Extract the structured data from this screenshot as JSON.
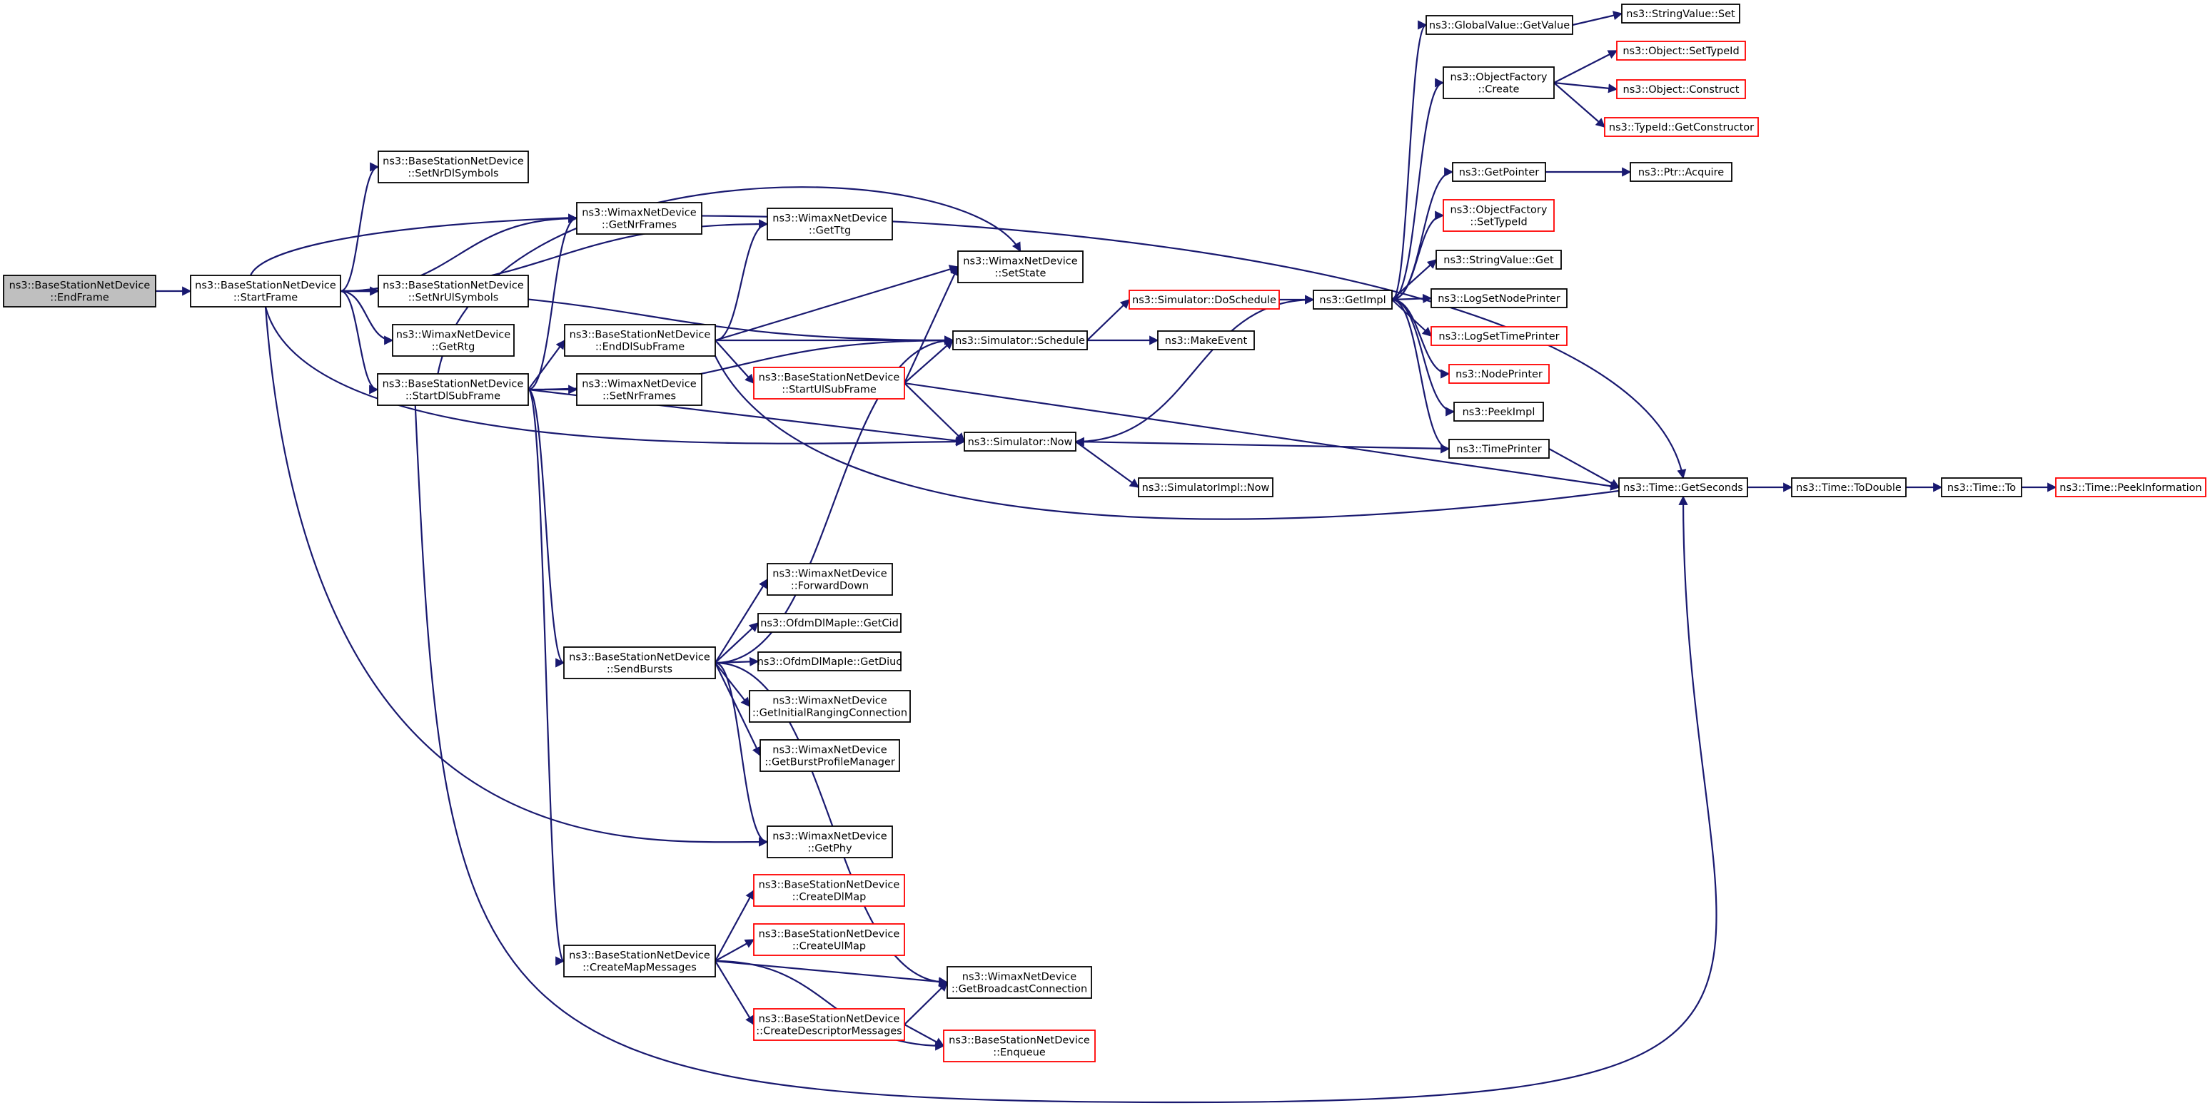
{
  "colors": {
    "edge": "#191970",
    "node_border": "#000000",
    "node_border_incomplete": "#ff0000",
    "node_fill": "#ffffff",
    "root_fill": "#bfbfbf"
  },
  "nodes": [
    {
      "id": "endframe",
      "lines": [
        "ns3::BaseStationNetDevice",
        "::EndFrame"
      ],
      "style": "root"
    },
    {
      "id": "startframe",
      "lines": [
        "ns3::BaseStationNetDevice",
        "::StartFrame"
      ],
      "style": "normal"
    },
    {
      "id": "setnrdlsymbols",
      "lines": [
        "ns3::BaseStationNetDevice",
        "::SetNrDlSymbols"
      ],
      "style": "normal"
    },
    {
      "id": "getnrframes",
      "lines": [
        "ns3::WimaxNetDevice",
        "::GetNrFrames"
      ],
      "style": "normal"
    },
    {
      "id": "setnrulsymbols",
      "lines": [
        "ns3::BaseStationNetDevice",
        "::SetNrUlSymbols"
      ],
      "style": "normal"
    },
    {
      "id": "getrtg",
      "lines": [
        "ns3::WimaxNetDevice",
        "::GetRtg"
      ],
      "style": "normal"
    },
    {
      "id": "startdlsubframe",
      "lines": [
        "ns3::BaseStationNetDevice",
        "::StartDlSubFrame"
      ],
      "style": "normal"
    },
    {
      "id": "endd lsubframe",
      "lines": [
        "ns3::BaseStationNetDevice",
        "::EndDlSubFrame"
      ],
      "style": "normal"
    },
    {
      "id": "setnrframes",
      "lines": [
        "ns3::WimaxNetDevice",
        "::SetNrFrames"
      ],
      "style": "normal"
    },
    {
      "id": "getttg",
      "lines": [
        "ns3::WimaxNetDevice",
        "::GetTtg"
      ],
      "style": "normal"
    },
    {
      "id": "setstate",
      "lines": [
        "ns3::WimaxNetDevice",
        "::SetState"
      ],
      "style": "normal"
    },
    {
      "id": "schedule",
      "lines": [
        "ns3::Simulator::Schedule"
      ],
      "style": "normal"
    },
    {
      "id": "startulsubframe",
      "lines": [
        "ns3::BaseStationNetDevice",
        "::StartUlSubFrame"
      ],
      "style": "incomplete"
    },
    {
      "id": "now",
      "lines": [
        "ns3::Simulator::Now"
      ],
      "style": "normal"
    },
    {
      "id": "simimplnow",
      "lines": [
        "ns3::SimulatorImpl::Now"
      ],
      "style": "normal"
    },
    {
      "id": "doschedule",
      "lines": [
        "ns3::Simulator::DoSchedule"
      ],
      "style": "incomplete"
    },
    {
      "id": "makeevent",
      "lines": [
        "ns3::MakeEvent"
      ],
      "style": "normal"
    },
    {
      "id": "getimpl",
      "lines": [
        "ns3::GetImpl"
      ],
      "style": "normal"
    },
    {
      "id": "globalvalueget",
      "lines": [
        "ns3::GlobalValue::GetValue"
      ],
      "style": "normal"
    },
    {
      "id": "stringvalueset",
      "lines": [
        "ns3::StringValue::Set"
      ],
      "style": "normal"
    },
    {
      "id": "objfactorycreate",
      "lines": [
        "ns3::ObjectFactory",
        "::Create"
      ],
      "style": "normal"
    },
    {
      "id": "objsettypeid",
      "lines": [
        "ns3::Object::SetTypeId"
      ],
      "style": "incomplete"
    },
    {
      "id": "objconstruct",
      "lines": [
        "ns3::Object::Construct"
      ],
      "style": "incomplete"
    },
    {
      "id": "typeidgetctor",
      "lines": [
        "ns3::TypeId::GetConstructor"
      ],
      "style": "incomplete"
    },
    {
      "id": "getpointer",
      "lines": [
        "ns3::GetPointer"
      ],
      "style": "normal"
    },
    {
      "id": "ptracquire",
      "lines": [
        "ns3::Ptr::Acquire"
      ],
      "style": "normal"
    },
    {
      "id": "objfactorysettypeid",
      "lines": [
        "ns3::ObjectFactory",
        "::SetTypeId"
      ],
      "style": "incomplete"
    },
    {
      "id": "stringvalueget",
      "lines": [
        "ns3::StringValue::Get"
      ],
      "style": "normal"
    },
    {
      "id": "logsetnodeprinter",
      "lines": [
        "ns3::LogSetNodePrinter"
      ],
      "style": "normal"
    },
    {
      "id": "logsettimeprinter",
      "lines": [
        "ns3::LogSetTimePrinter"
      ],
      "style": "incomplete"
    },
    {
      "id": "nodeprinter",
      "lines": [
        "ns3::NodePrinter"
      ],
      "style": "incomplete"
    },
    {
      "id": "peekimpl",
      "lines": [
        "ns3::PeekImpl"
      ],
      "style": "normal"
    },
    {
      "id": "timeprinter",
      "lines": [
        "ns3::TimePrinter"
      ],
      "style": "normal"
    },
    {
      "id": "getseconds",
      "lines": [
        "ns3::Time::GetSeconds"
      ],
      "style": "normal"
    },
    {
      "id": "todouble",
      "lines": [
        "ns3::Time::ToDouble"
      ],
      "style": "normal"
    },
    {
      "id": "timeto",
      "lines": [
        "ns3::Time::To"
      ],
      "style": "normal"
    },
    {
      "id": "peekinformation",
      "lines": [
        "ns3::Time::PeekInformation"
      ],
      "style": "incomplete"
    },
    {
      "id": "forwarddown",
      "lines": [
        "ns3::WimaxNetDevice",
        "::ForwardDown"
      ],
      "style": "normal"
    },
    {
      "id": "sendbursts",
      "lines": [
        "ns3::BaseStationNetDevice",
        "::SendBursts"
      ],
      "style": "normal"
    },
    {
      "id": "getcid",
      "lines": [
        "ns3::OfdmDlMapIe::GetCid"
      ],
      "style": "normal"
    },
    {
      "id": "getdiuc",
      "lines": [
        "ns3::OfdmDlMapIe::GetDiuc"
      ],
      "style": "normal"
    },
    {
      "id": "getinitialranging",
      "lines": [
        "ns3::WimaxNetDevice",
        "::GetInitialRangingConnection"
      ],
      "style": "normal"
    },
    {
      "id": "getburstprofile",
      "lines": [
        "ns3::WimaxNetDevice",
        "::GetBurstProfileManager"
      ],
      "style": "normal"
    },
    {
      "id": "getphy",
      "lines": [
        "ns3::WimaxNetDevice",
        "::GetPhy"
      ],
      "style": "normal"
    },
    {
      "id": "createdlmap",
      "lines": [
        "ns3::BaseStationNetDevice",
        "::CreateDlMap"
      ],
      "style": "incomplete"
    },
    {
      "id": "createulmap",
      "lines": [
        "ns3::BaseStationNetDevice",
        "::CreateUlMap"
      ],
      "style": "incomplete"
    },
    {
      "id": "createmapmessages",
      "lines": [
        "ns3::BaseStationNetDevice",
        "::CreateMapMessages"
      ],
      "style": "normal"
    },
    {
      "id": "getbroadcast",
      "lines": [
        "ns3::WimaxNetDevice",
        "::GetBroadcastConnection"
      ],
      "style": "normal"
    },
    {
      "id": "createdescriptor",
      "lines": [
        "ns3::BaseStationNetDevice",
        "::CreateDescriptorMessages"
      ],
      "style": "incomplete"
    },
    {
      "id": "enqueue",
      "lines": [
        "ns3::BaseStationNetDevice",
        "::Enqueue"
      ],
      "style": "incomplete"
    }
  ]
}
